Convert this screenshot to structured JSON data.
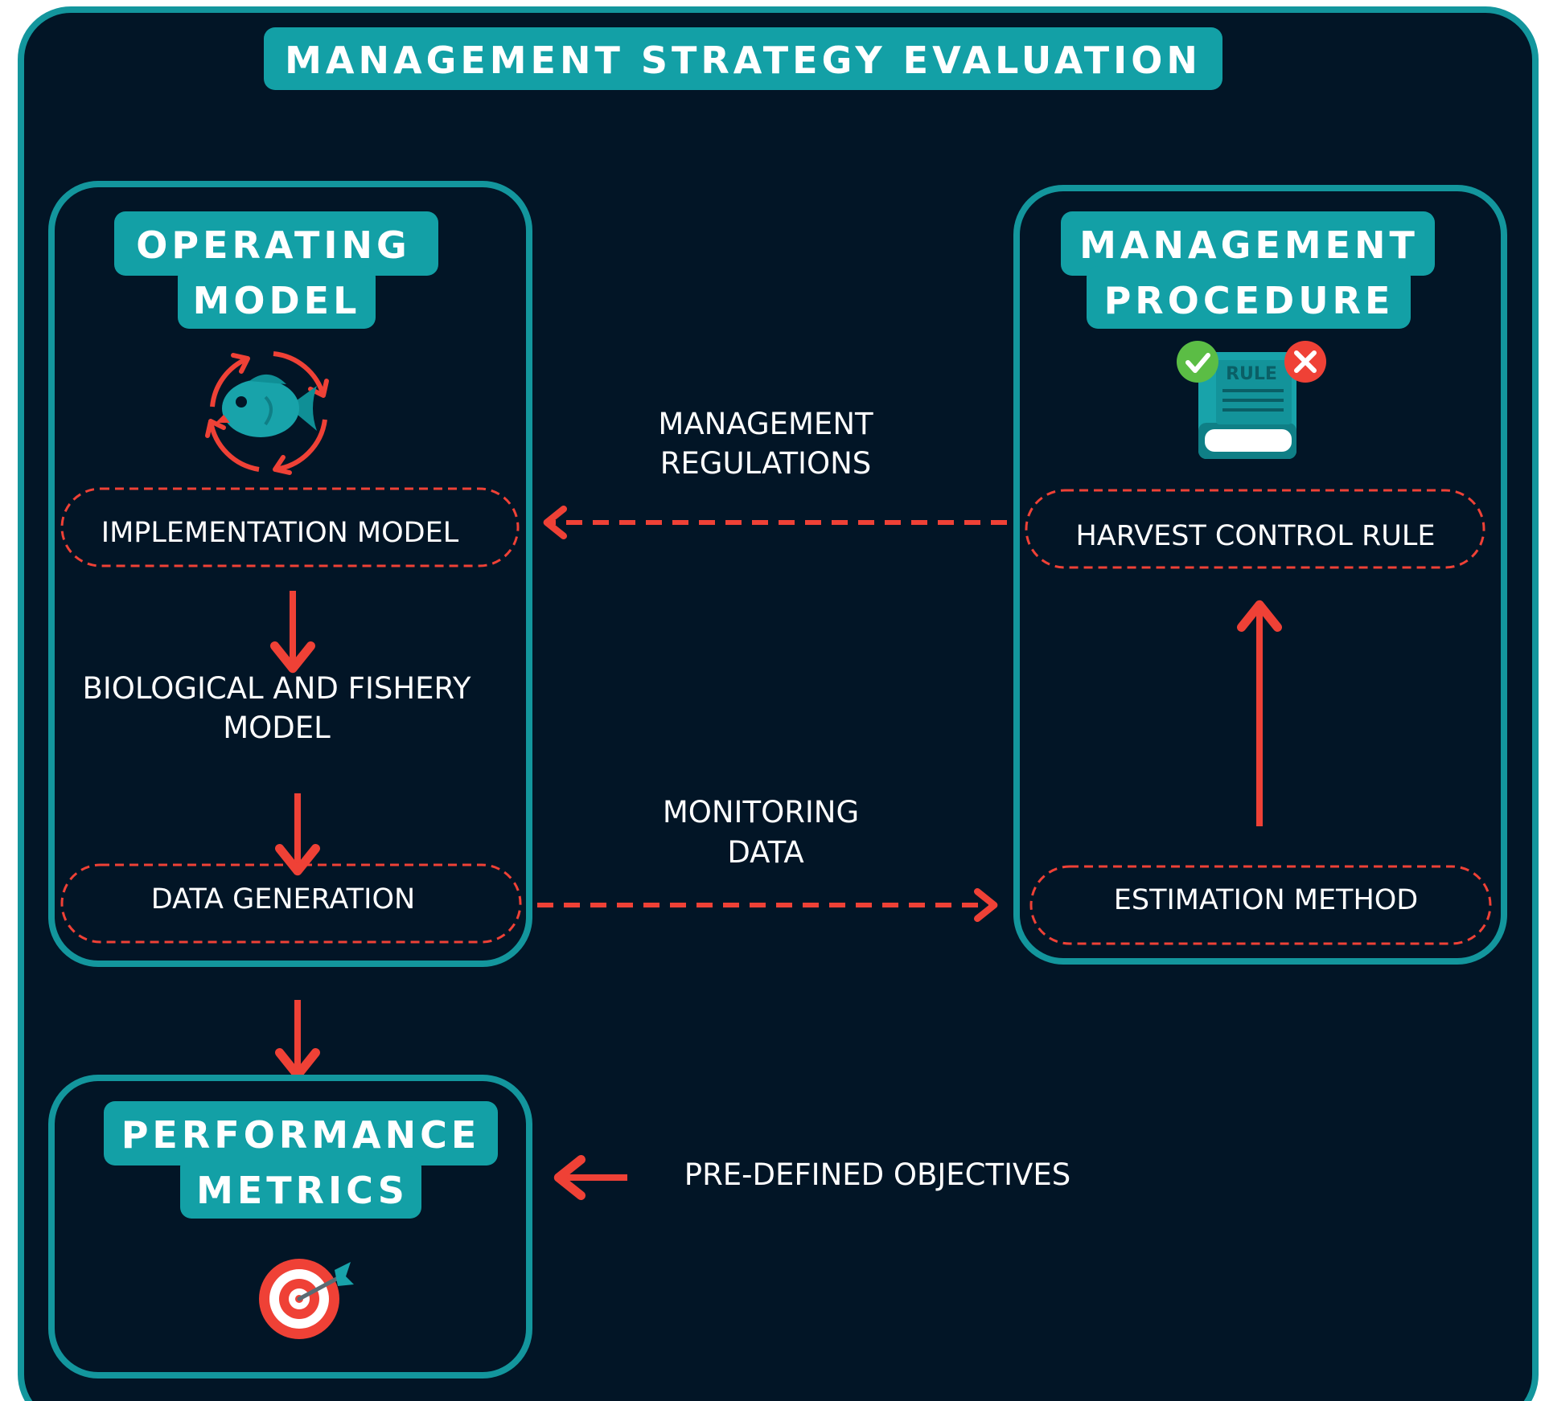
{
  "title": "MANAGEMENT STRATEGY EVALUATION",
  "colors": {
    "background": "#021526",
    "panel_border": "#13969d",
    "heading_bg": "#13a0a6",
    "arrow": "#ef4136",
    "text": "#ffffff"
  },
  "operating_model": {
    "heading_line1": "OPERATING",
    "heading_line2": "MODEL",
    "icon": "fish-cycle-icon",
    "implementation_model": "IMPLEMENTATION MODEL",
    "bio_line1": "BIOLOGICAL AND FISHERY",
    "bio_line2": "MODEL",
    "data_generation": "DATA GENERATION"
  },
  "management_procedure": {
    "heading_line1": "MANAGEMENT",
    "heading_line2": "PROCEDURE",
    "icon": "rule-book-icon",
    "icon_label": "RULE",
    "harvest_control_rule": "HARVEST CONTROL RULE",
    "estimation_method": "ESTIMATION METHOD"
  },
  "performance_metrics": {
    "heading_line1": "PERFORMANCE",
    "heading_line2": "METRICS",
    "icon": "target-icon"
  },
  "flows": {
    "management_regulations_line1": "MANAGEMENT",
    "management_regulations_line2": "REGULATIONS",
    "monitoring_data_line1": "MONITORING",
    "monitoring_data_line2": "DATA",
    "pre_defined_objectives": "PRE-DEFINED OBJECTIVES"
  }
}
